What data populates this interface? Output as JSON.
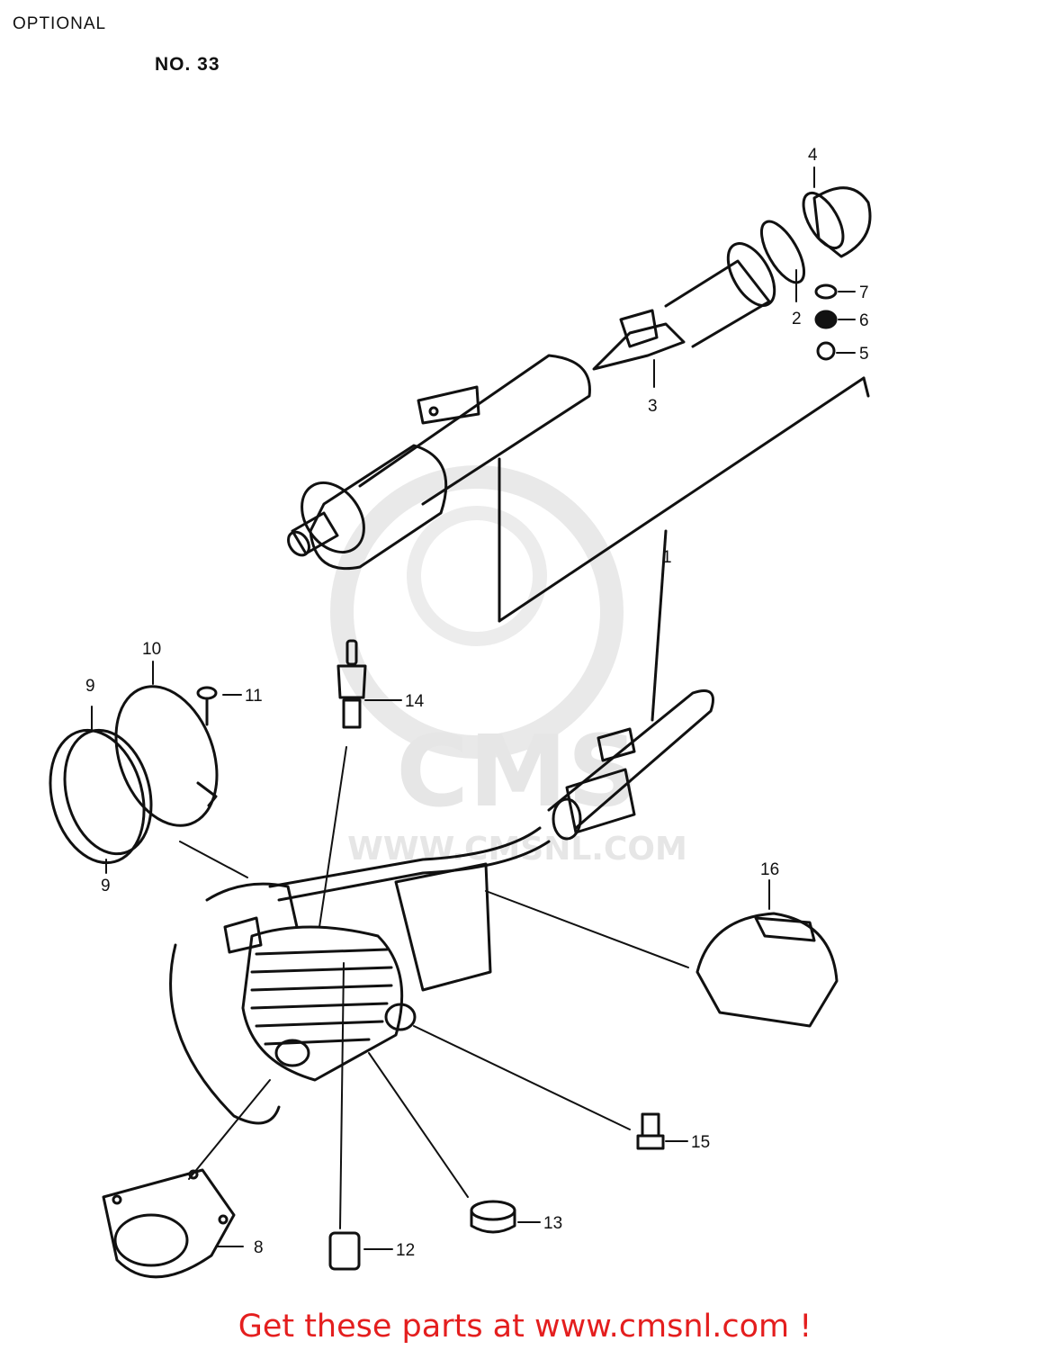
{
  "header": {
    "optional_label": "OPTIONAL",
    "figure_number": "NO. 33"
  },
  "watermark": {
    "brand": "CMS",
    "url": "WWW.CMSNL.COM"
  },
  "callouts": [
    "1",
    "2",
    "3",
    "4",
    "5",
    "6",
    "7",
    "8",
    "9",
    "9",
    "10",
    "11",
    "12",
    "13",
    "14",
    "15",
    "16"
  ],
  "footer": {
    "text": "Get these parts at www.cmsnl.com !"
  },
  "colors": {
    "line": "#111111",
    "footer_text": "#e41e1e",
    "watermark": "#e6e6e6"
  }
}
